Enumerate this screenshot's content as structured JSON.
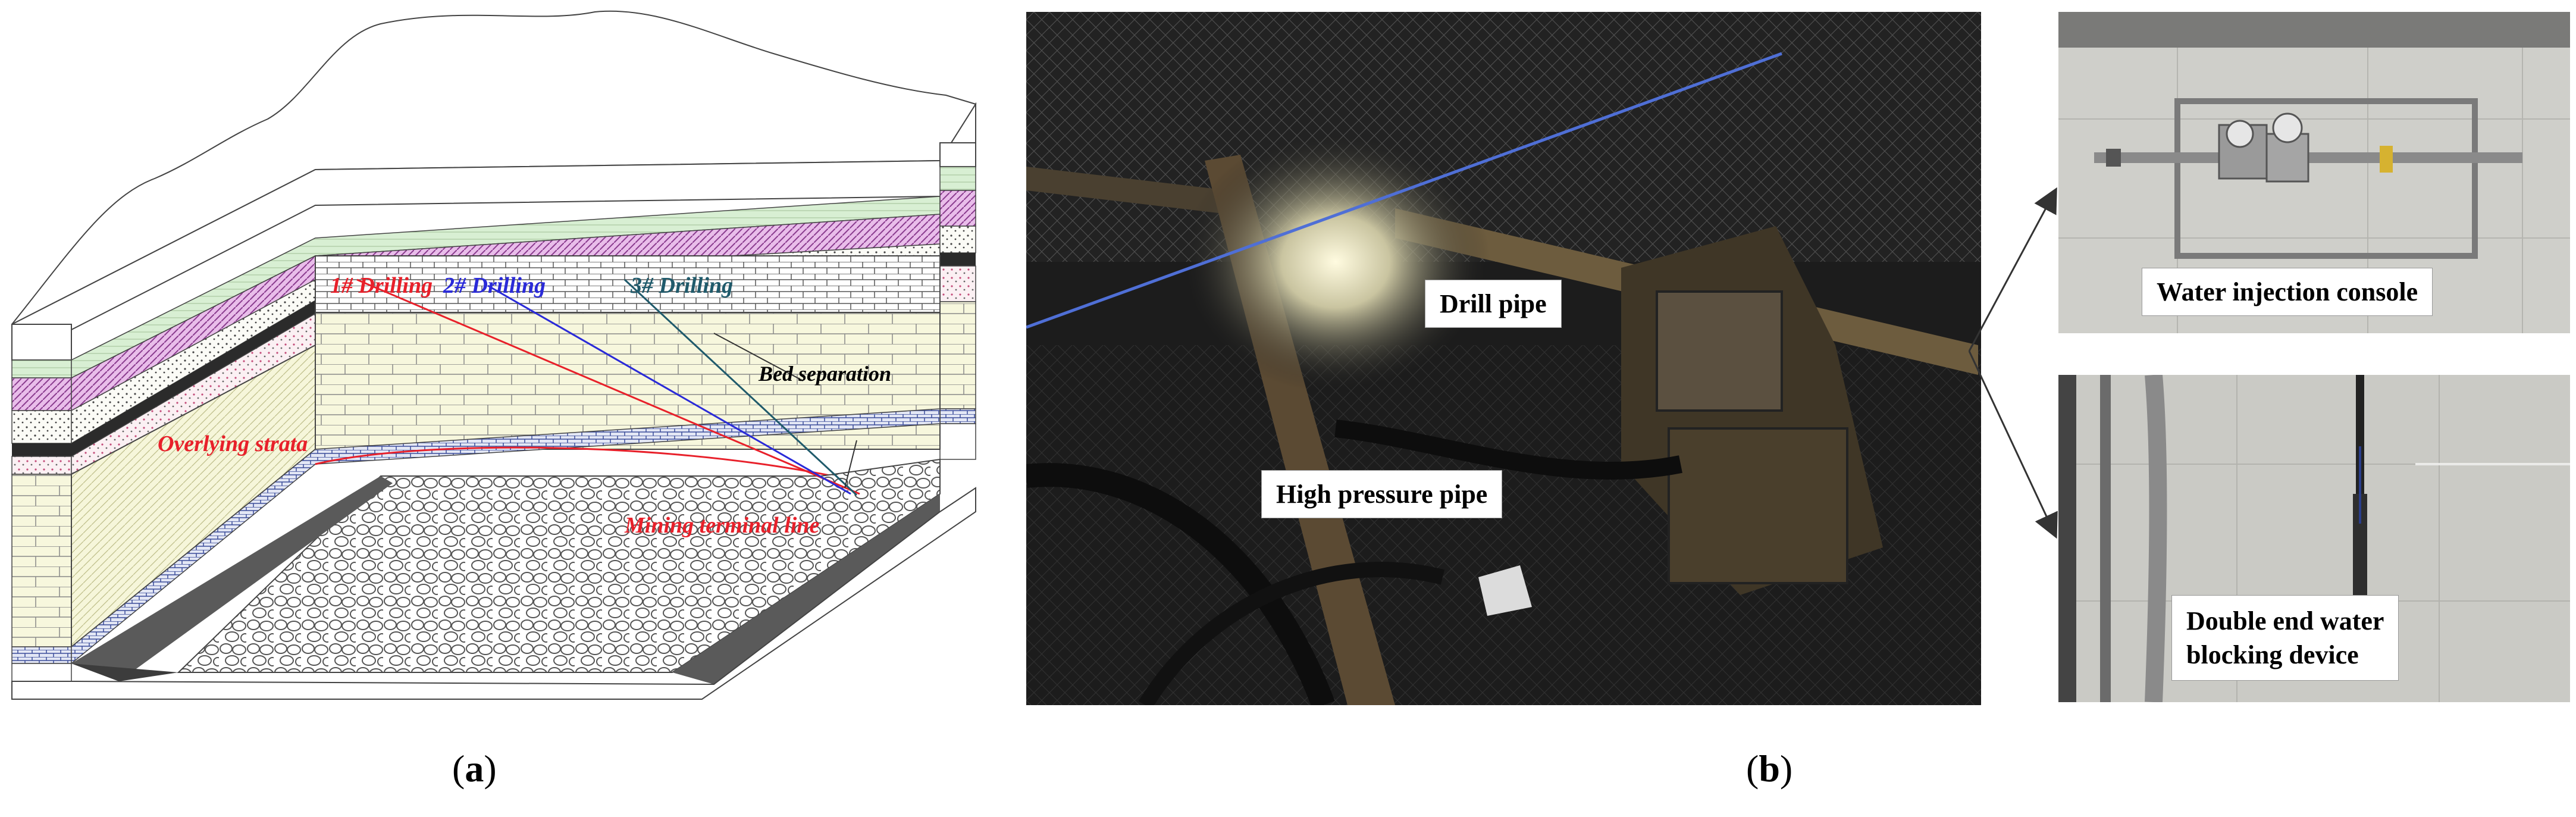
{
  "panel_a": {
    "drilling_1": "1# Drilling",
    "drilling_2": "2# Drilling",
    "drilling_3": "3# Drilling",
    "bed_separation": "Bed separation",
    "overlying_strata": "Overlying strata",
    "mining_terminal_line": "Mining terminal line",
    "caption_letter": "a"
  },
  "panel_b": {
    "drill_pipe": "Drill pipe",
    "high_pressure_pipe": "High pressure pipe",
    "water_injection_console": "Water injection console",
    "blocking_device_line1": "Double end water",
    "blocking_device_line2": "blocking device",
    "caption_letter": "b"
  },
  "colors": {
    "drilling_1": "#e8202a",
    "drilling_2": "#2a2ad8",
    "drilling_3": "#1f5a6b",
    "label_red": "#e8202a"
  }
}
